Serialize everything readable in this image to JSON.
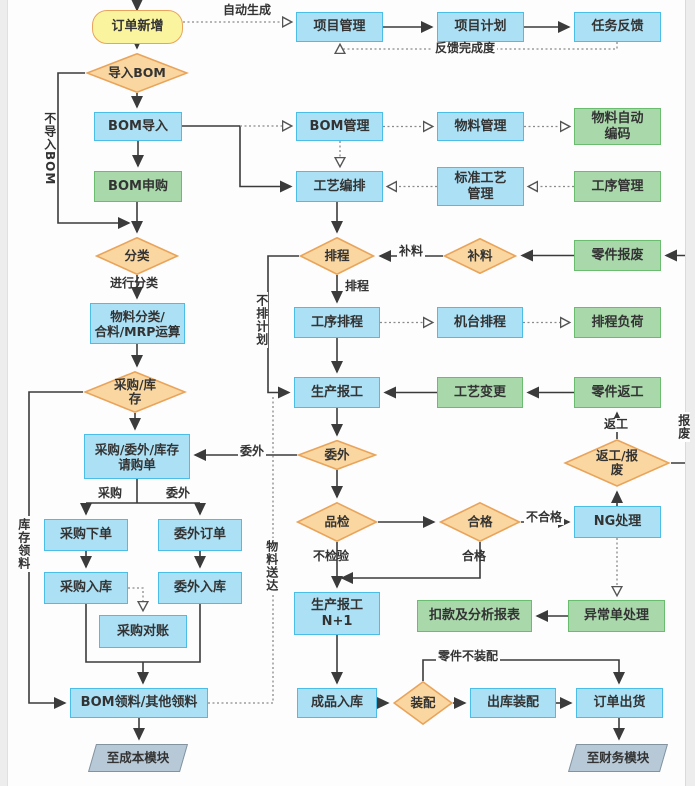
{
  "title": "订单生产流程图",
  "colors": {
    "process_blue_fill": "#ACE0F5",
    "process_blue_border": "#4BBEE8",
    "process_green_fill": "#A9D8AB",
    "process_green_border": "#6ABC6E",
    "decision_fill": "#FAD7A0",
    "decision_border": "#E9A45B",
    "start_fill": "#FAF49F",
    "start_border": "#E9A45B",
    "terminal_fill": "#B7C9D7",
    "terminal_border": "#82939F",
    "line": "#3b3b3b",
    "dotted_line": "#8a8a8a",
    "text": "#333333"
  },
  "nodes": {
    "order_add": "订单新增",
    "project_mgmt": "项目管理",
    "project_plan": "项目计划",
    "task_feedback": "任务反馈",
    "import_bom": "导入BOM",
    "bom_import": "BOM导入",
    "bom_mgmt": "BOM管理",
    "material_mgmt": "物料管理",
    "material_autocode": "物料自动\n编码",
    "bom_purchase": "BOM申购",
    "process_arrange": "工艺编排",
    "std_process": "标准工艺\n管理",
    "operation_mgmt": "工序管理",
    "classify": "分类",
    "schedule": "排程",
    "supplement": "补料",
    "part_scrap": "零件报废",
    "material_classify": "物料分类/\n合料/MRP运算",
    "op_schedule": "工序排程",
    "machine_schedule": "机台排程",
    "schedule_load": "排程负荷",
    "purchase_stock": "采购/库\n存",
    "production_report": "生产报工",
    "process_change": "工艺变更",
    "part_rework": "零件返工",
    "purchase_request": "采购/委外/库存\n请购单",
    "outsource": "委外",
    "rework_scrap": "返工/报\n废",
    "purchase_order": "采购下单",
    "outsource_order": "委外订单",
    "quality_check": "品检",
    "qualified": "合格",
    "ng_handle": "NG处理",
    "purchase_in": "采购入库",
    "outsource_in": "委外入库",
    "production_report_n1": "生产报工\nN+1",
    "deduction_report": "扣款及分析报表",
    "abnormal_handle": "异常单处理",
    "purchase_reconcile": "采购对账",
    "bom_picking": "BOM领料/其他领料",
    "finished_in": "成品入库",
    "assembly": "装配",
    "warehouse_assembly": "出库装配",
    "order_ship": "订单出货",
    "to_cost": "至成本模块",
    "to_finance": "至财务模块"
  },
  "labels": {
    "auto_generate": "自动生成",
    "feedback_completion": "反馈完成度",
    "no_import_bom": "不导入BOM",
    "do_classify": "进行分类",
    "supplement_edge": "补料",
    "schedule_edge": "排程",
    "no_schedule_plan": "不排计划",
    "outsource_to_request": "委外",
    "purchase_branch": "采购",
    "outsource_branch": "委外",
    "stock_picking": "库存领料",
    "material_arrival": "物料送达",
    "unqualified": "不合格",
    "no_inspection": "不检验",
    "qualified_edge": "合格",
    "rework_edge": "返工",
    "scrap_edge": "报废",
    "parts_no_assembly": "零件不装配"
  }
}
